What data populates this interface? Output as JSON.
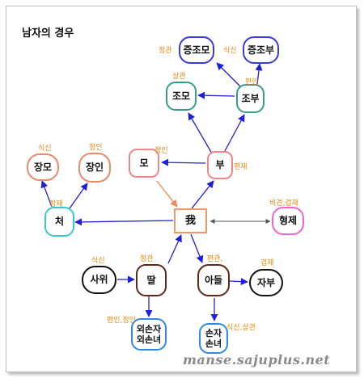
{
  "title": "남자의 경우",
  "watermark": "manse.sajuplus.net",
  "colors": {
    "arrow": "#1f1fd8",
    "arrow_mother": "#ee8855",
    "arrow_double": "#555555",
    "label": "#e8870c"
  },
  "nodes": {
    "jeungjomo": "증조모",
    "jeungjobu": "증조부",
    "jomo": "조모",
    "jobu": "조부",
    "mo": "모",
    "bu": "부",
    "jangmo": "장모",
    "jangin": "장인",
    "cheo": "처",
    "a": "我",
    "hyeongje": "형제",
    "sawi": "사위",
    "ttal": "딸",
    "adeul": "아들",
    "jabu": "자부",
    "oeson_1": "외손자",
    "oeson_2": "외손녀",
    "sonja_1": "손자",
    "sonja_2": "손녀"
  },
  "labels": {
    "jeungjomo": "정관",
    "jeungjobu": "식신",
    "jomo": "상관",
    "jobu": "편인",
    "mo": "정인",
    "bu": "편재",
    "jangmo": "식신",
    "jangin": "정인",
    "cheo": "정재",
    "hyeongje": "비견,겁재",
    "sawi": "식신",
    "ttal": "정관",
    "adeul": "편관,",
    "jabu": "겁재",
    "oeson": "편인,정인",
    "sonja": "식신,상관"
  }
}
